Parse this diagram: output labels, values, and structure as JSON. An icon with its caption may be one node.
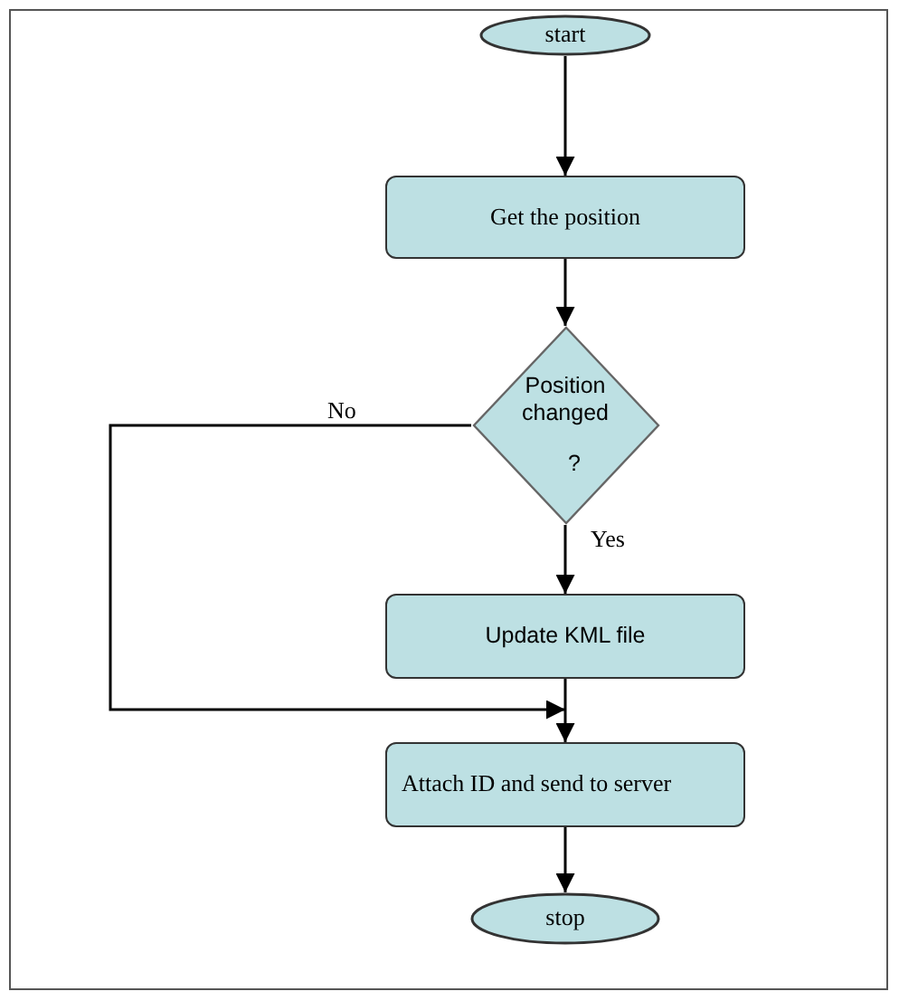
{
  "diagram": {
    "nodes": [
      {
        "text": [
          "start"
        ]
      },
      {
        "text": [
          "Get the position"
        ]
      },
      {
        "text": [
          "Position changed",
          "?"
        ]
      },
      {
        "text": [
          "Update KML file"
        ]
      },
      {
        "text": [
          "Attach ID and send to server"
        ]
      },
      {
        "text": [
          "stop"
        ]
      }
    ],
    "edges": [
      {
        "from": 0,
        "to": 1,
        "arrow": "to"
      },
      {
        "from": 1,
        "to": 2,
        "arrow": "to"
      },
      {
        "from": 2,
        "to": 3,
        "arrow": "to",
        "label": "Yes"
      },
      {
        "from": 2,
        "to": 4,
        "arrow": "to",
        "label": "No"
      },
      {
        "from": 3,
        "to": 4,
        "arrow": "to"
      },
      {
        "from": 4,
        "to": 5,
        "arrow": "to"
      }
    ]
  }
}
